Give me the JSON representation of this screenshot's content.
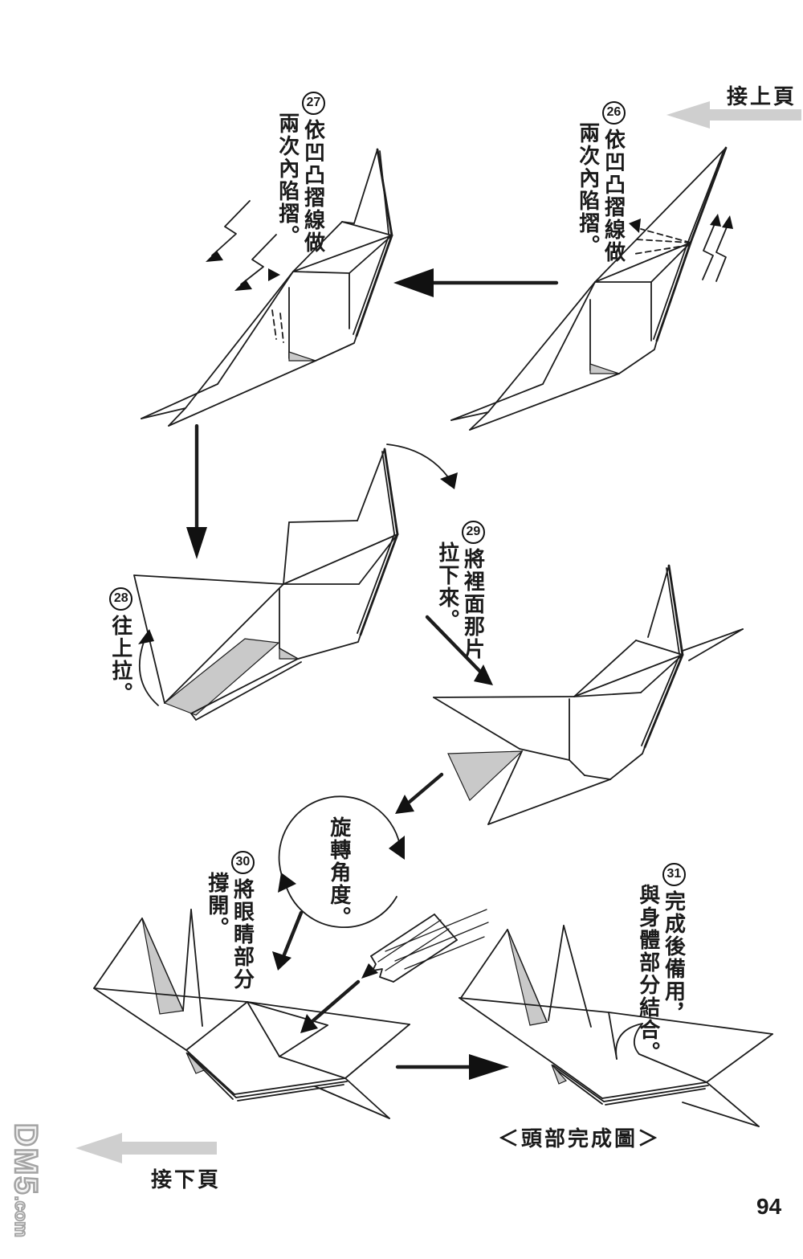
{
  "page": {
    "background": "#ffffff",
    "page_number": "94",
    "watermark_big": "DM5",
    "watermark_small": ".com"
  },
  "nav": {
    "prev_label": "接上頁",
    "next_label": "接下頁"
  },
  "caption": "＜頭部完成圖＞",
  "rotate_note": "旋轉角度。",
  "steps": [
    {
      "num": "26",
      "col1": "依凹凸摺線做",
      "col2": "兩次內陷摺。"
    },
    {
      "num": "27",
      "col1": "依凹凸摺線做",
      "col2": "兩次內陷摺。"
    },
    {
      "num": "28",
      "col1": "往上拉。",
      "col2": ""
    },
    {
      "num": "29",
      "col1": "將裡面那片",
      "col2": "拉下來。"
    },
    {
      "num": "30",
      "col1": "將眼睛部分",
      "col2": "撐開。"
    },
    {
      "num": "31",
      "col1": "完成後備用，",
      "col2": "與身體部分結合。"
    }
  ],
  "colors": {
    "line": "#1c1c1c",
    "shade": "#c9c9c9",
    "nav_arrow": "#cfcfcf",
    "watermark": "#a3a3a3"
  }
}
